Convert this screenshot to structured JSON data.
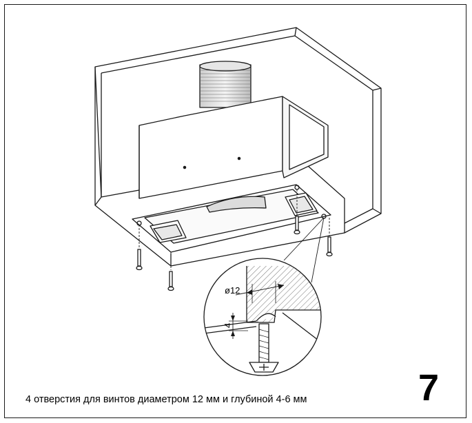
{
  "figure": {
    "caption": "4 отверстия для винтов диаметром 12 мм и глубиной 4-6 мм",
    "step_number": "7",
    "diameter_label": "ø12",
    "depth_label": "4"
  }
}
